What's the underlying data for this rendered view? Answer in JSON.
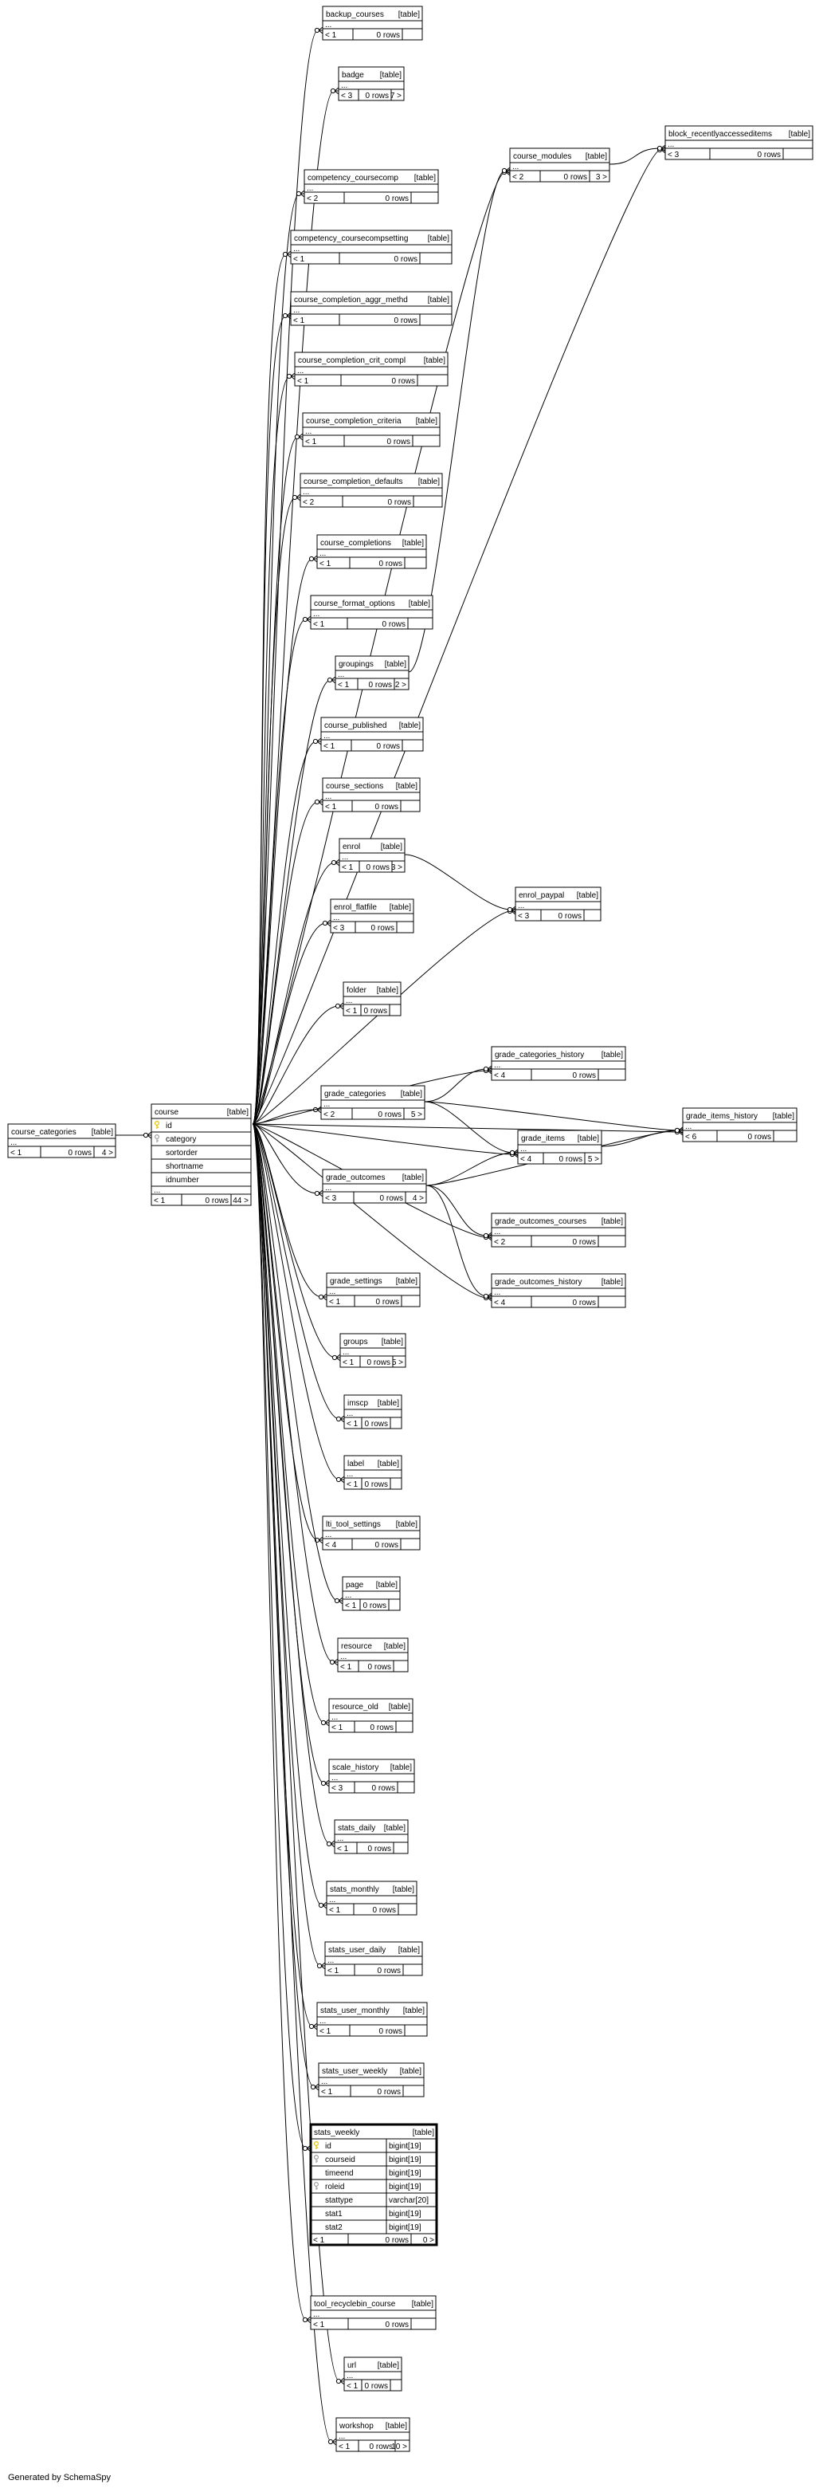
{
  "footer": "Generated by SchemaSpy",
  "table_tag": "[table]",
  "tables": {
    "course_categories": {
      "name": "course_categories",
      "more": "...",
      "parents": "< 1",
      "rows": "0 rows",
      "children": "4 >"
    },
    "course": {
      "name": "course",
      "columns": [
        {
          "name": "id",
          "key": "primary"
        },
        {
          "name": "category",
          "key": "foreign"
        },
        {
          "name": "sortorder",
          "key": ""
        },
        {
          "name": "shortname",
          "key": ""
        },
        {
          "name": "idnumber",
          "key": ""
        }
      ],
      "more": "...",
      "parents": "< 1",
      "rows": "0 rows",
      "children": "44 >"
    },
    "backup_courses": {
      "name": "backup_courses",
      "more": "...",
      "parents": "< 1",
      "rows": "0 rows",
      "children": ""
    },
    "badge": {
      "name": "badge",
      "more": "...",
      "parents": "< 3",
      "rows": "0 rows",
      "children": "7 >"
    },
    "competency_coursecomp": {
      "name": "competency_coursecomp",
      "more": "...",
      "parents": "< 2",
      "rows": "0 rows",
      "children": ""
    },
    "competency_coursecompsetting": {
      "name": "competency_coursecompsetting",
      "more": "...",
      "parents": "< 1",
      "rows": "0 rows",
      "children": ""
    },
    "course_completion_aggr_methd": {
      "name": "course_completion_aggr_methd",
      "more": "...",
      "parents": "< 1",
      "rows": "0 rows",
      "children": ""
    },
    "course_completion_crit_compl": {
      "name": "course_completion_crit_compl",
      "more": "...",
      "parents": "< 1",
      "rows": "0 rows",
      "children": ""
    },
    "course_completion_criteria": {
      "name": "course_completion_criteria",
      "more": "...",
      "parents": "< 1",
      "rows": "0 rows",
      "children": ""
    },
    "course_completion_defaults": {
      "name": "course_completion_defaults",
      "more": "...",
      "parents": "< 2",
      "rows": "0 rows",
      "children": ""
    },
    "course_completions": {
      "name": "course_completions",
      "more": "...",
      "parents": "< 1",
      "rows": "0 rows",
      "children": ""
    },
    "course_format_options": {
      "name": "course_format_options",
      "more": "...",
      "parents": "< 1",
      "rows": "0 rows",
      "children": ""
    },
    "groupings": {
      "name": "groupings",
      "more": "...",
      "parents": "< 1",
      "rows": "0 rows",
      "children": "2 >"
    },
    "course_published": {
      "name": "course_published",
      "more": "...",
      "parents": "< 1",
      "rows": "0 rows",
      "children": ""
    },
    "course_sections": {
      "name": "course_sections",
      "more": "...",
      "parents": "< 1",
      "rows": "0 rows",
      "children": ""
    },
    "enrol": {
      "name": "enrol",
      "more": "...",
      "parents": "< 1",
      "rows": "0 rows",
      "children": "3 >"
    },
    "enrol_flatfile": {
      "name": "enrol_flatfile",
      "more": "...",
      "parents": "< 3",
      "rows": "0 rows",
      "children": ""
    },
    "folder": {
      "name": "folder",
      "more": "...",
      "parents": "< 1",
      "rows": "0 rows",
      "children": ""
    },
    "grade_categories": {
      "name": "grade_categories",
      "more": "...",
      "parents": "< 2",
      "rows": "0 rows",
      "children": "5 >"
    },
    "grade_outcomes": {
      "name": "grade_outcomes",
      "more": "...",
      "parents": "< 3",
      "rows": "0 rows",
      "children": "4 >"
    },
    "grade_settings": {
      "name": "grade_settings",
      "more": "...",
      "parents": "< 1",
      "rows": "0 rows",
      "children": ""
    },
    "groups": {
      "name": "groups",
      "more": "...",
      "parents": "< 1",
      "rows": "0 rows",
      "children": "5 >"
    },
    "imscp": {
      "name": "imscp",
      "more": "...",
      "parents": "< 1",
      "rows": "0 rows",
      "children": ""
    },
    "label": {
      "name": "label",
      "more": "...",
      "parents": "< 1",
      "rows": "0 rows",
      "children": ""
    },
    "lti_tool_settings": {
      "name": "lti_tool_settings",
      "more": "...",
      "parents": "< 4",
      "rows": "0 rows",
      "children": ""
    },
    "page": {
      "name": "page",
      "more": "...",
      "parents": "< 1",
      "rows": "0 rows",
      "children": ""
    },
    "resource": {
      "name": "resource",
      "more": "...",
      "parents": "< 1",
      "rows": "0 rows",
      "children": ""
    },
    "resource_old": {
      "name": "resource_old",
      "more": "...",
      "parents": "< 1",
      "rows": "0 rows",
      "children": ""
    },
    "scale_history": {
      "name": "scale_history",
      "more": "...",
      "parents": "< 3",
      "rows": "0 rows",
      "children": ""
    },
    "stats_daily": {
      "name": "stats_daily",
      "more": "...",
      "parents": "< 1",
      "rows": "0 rows",
      "children": ""
    },
    "stats_monthly": {
      "name": "stats_monthly",
      "more": "...",
      "parents": "< 1",
      "rows": "0 rows",
      "children": ""
    },
    "stats_user_daily": {
      "name": "stats_user_daily",
      "more": "...",
      "parents": "< 1",
      "rows": "0 rows",
      "children": ""
    },
    "stats_user_monthly": {
      "name": "stats_user_monthly",
      "more": "...",
      "parents": "< 1",
      "rows": "0 rows",
      "children": ""
    },
    "stats_user_weekly": {
      "name": "stats_user_weekly",
      "more": "...",
      "parents": "< 1",
      "rows": "0 rows",
      "children": ""
    },
    "stats_weekly": {
      "name": "stats_weekly",
      "columns": [
        {
          "name": "id",
          "type": "bigint[19]",
          "key": "primary"
        },
        {
          "name": "courseid",
          "type": "bigint[19]",
          "key": "foreign"
        },
        {
          "name": "timeend",
          "type": "bigint[19]",
          "key": ""
        },
        {
          "name": "roleid",
          "type": "bigint[19]",
          "key": "foreign"
        },
        {
          "name": "stattype",
          "type": "varchar[20]",
          "key": ""
        },
        {
          "name": "stat1",
          "type": "bigint[19]",
          "key": ""
        },
        {
          "name": "stat2",
          "type": "bigint[19]",
          "key": ""
        }
      ],
      "parents": "< 1",
      "rows": "0 rows",
      "children": "0 >"
    },
    "tool_recyclebin_course": {
      "name": "tool_recyclebin_course",
      "more": "...",
      "parents": "< 1",
      "rows": "0 rows",
      "children": ""
    },
    "url": {
      "name": "url",
      "more": "...",
      "parents": "< 1",
      "rows": "0 rows",
      "children": ""
    },
    "workshop": {
      "name": "workshop",
      "more": "...",
      "parents": "< 1",
      "rows": "0 rows",
      "children": "10 >"
    },
    "course_modules": {
      "name": "course_modules",
      "more": "...",
      "parents": "< 2",
      "rows": "0 rows",
      "children": "3 >"
    },
    "block_recentlyaccesseditems": {
      "name": "block_recentlyaccesseditems",
      "more": "...",
      "parents": "< 3",
      "rows": "0 rows",
      "children": ""
    },
    "enrol_paypal": {
      "name": "enrol_paypal",
      "more": "...",
      "parents": "< 3",
      "rows": "0 rows",
      "children": ""
    },
    "grade_categories_history": {
      "name": "grade_categories_history",
      "more": "...",
      "parents": "< 4",
      "rows": "0 rows",
      "children": ""
    },
    "grade_items": {
      "name": "grade_items",
      "more": "...",
      "parents": "< 4",
      "rows": "0 rows",
      "children": "5 >"
    },
    "grade_items_history": {
      "name": "grade_items_history",
      "more": "...",
      "parents": "< 6",
      "rows": "0 rows",
      "children": ""
    },
    "grade_outcomes_courses": {
      "name": "grade_outcomes_courses",
      "more": "...",
      "parents": "< 2",
      "rows": "0 rows",
      "children": ""
    },
    "grade_outcomes_history": {
      "name": "grade_outcomes_history",
      "more": "...",
      "parents": "< 4",
      "rows": "0 rows",
      "children": ""
    }
  },
  "relationships": [
    {
      "from": "course",
      "to": "course_categories"
    },
    {
      "from": "backup_courses",
      "to": "course"
    },
    {
      "from": "badge",
      "to": "course"
    },
    {
      "from": "competency_coursecomp",
      "to": "course"
    },
    {
      "from": "competency_coursecompsetting",
      "to": "course"
    },
    {
      "from": "course_completion_aggr_methd",
      "to": "course"
    },
    {
      "from": "course_completion_crit_compl",
      "to": "course"
    },
    {
      "from": "course_completion_criteria",
      "to": "course"
    },
    {
      "from": "course_completion_defaults",
      "to": "course"
    },
    {
      "from": "course_completions",
      "to": "course"
    },
    {
      "from": "course_format_options",
      "to": "course"
    },
    {
      "from": "groupings",
      "to": "course"
    },
    {
      "from": "course_published",
      "to": "course"
    },
    {
      "from": "course_sections",
      "to": "course"
    },
    {
      "from": "enrol",
      "to": "course"
    },
    {
      "from": "enrol_flatfile",
      "to": "course"
    },
    {
      "from": "folder",
      "to": "course"
    },
    {
      "from": "grade_categories",
      "to": "course"
    },
    {
      "from": "grade_outcomes",
      "to": "course"
    },
    {
      "from": "grade_settings",
      "to": "course"
    },
    {
      "from": "groups",
      "to": "course"
    },
    {
      "from": "imscp",
      "to": "course"
    },
    {
      "from": "label",
      "to": "course"
    },
    {
      "from": "lti_tool_settings",
      "to": "course"
    },
    {
      "from": "page",
      "to": "course"
    },
    {
      "from": "resource",
      "to": "course"
    },
    {
      "from": "resource_old",
      "to": "course"
    },
    {
      "from": "scale_history",
      "to": "course"
    },
    {
      "from": "stats_daily",
      "to": "course"
    },
    {
      "from": "stats_monthly",
      "to": "course"
    },
    {
      "from": "stats_user_daily",
      "to": "course"
    },
    {
      "from": "stats_user_monthly",
      "to": "course"
    },
    {
      "from": "stats_user_weekly",
      "to": "course"
    },
    {
      "from": "stats_weekly",
      "to": "course"
    },
    {
      "from": "tool_recyclebin_course",
      "to": "course"
    },
    {
      "from": "url",
      "to": "course"
    },
    {
      "from": "workshop",
      "to": "course"
    },
    {
      "from": "course_modules",
      "to": "course"
    },
    {
      "from": "course_modules",
      "to": "groupings"
    },
    {
      "from": "block_recentlyaccesseditems",
      "to": "course"
    },
    {
      "from": "block_recentlyaccesseditems",
      "to": "course_modules"
    },
    {
      "from": "enrol_paypal",
      "to": "course"
    },
    {
      "from": "enrol_paypal",
      "to": "enrol"
    },
    {
      "from": "grade_categories_history",
      "to": "course"
    },
    {
      "from": "grade_categories_history",
      "to": "grade_categories"
    },
    {
      "from": "grade_items",
      "to": "course"
    },
    {
      "from": "grade_items",
      "to": "grade_categories"
    },
    {
      "from": "grade_items",
      "to": "grade_outcomes"
    },
    {
      "from": "grade_items_history",
      "to": "course"
    },
    {
      "from": "grade_items_history",
      "to": "grade_categories"
    },
    {
      "from": "grade_items_history",
      "to": "grade_items"
    },
    {
      "from": "grade_items_history",
      "to": "grade_outcomes"
    },
    {
      "from": "grade_outcomes_courses",
      "to": "course"
    },
    {
      "from": "grade_outcomes_courses",
      "to": "grade_outcomes"
    },
    {
      "from": "grade_outcomes_history",
      "to": "course"
    },
    {
      "from": "grade_outcomes_history",
      "to": "grade_outcomes"
    }
  ]
}
